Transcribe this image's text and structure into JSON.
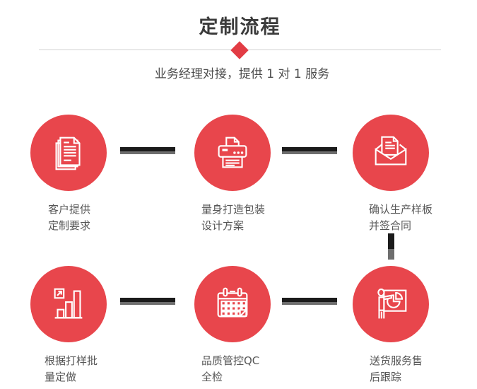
{
  "header": {
    "title": "定制流程",
    "subtitle": "业务经理对接，提供 1 对 1 服务"
  },
  "steps": [
    {
      "icon": "documents-icon",
      "lines": [
        "客户提供",
        "定制要求"
      ]
    },
    {
      "icon": "printer-icon",
      "lines": [
        "量身打造包装",
        "设计方案"
      ]
    },
    {
      "icon": "open-envelope-icon",
      "lines": [
        "确认生产样板",
        "并签合同"
      ]
    },
    {
      "icon": "bar-chart-growth-icon",
      "lines": [
        "根据打样批",
        "量定做"
      ]
    },
    {
      "icon": "calendar-icon",
      "lines": [
        "品质管控QC",
        "全检"
      ]
    },
    {
      "icon": "presentation-pie-icon",
      "lines": [
        "送货服务售",
        "后跟踪"
      ]
    }
  ],
  "colors": {
    "accent_red": "#e8464c",
    "diamond_red": "#e23c44",
    "connector_dark": "#1b1b1b",
    "connector_gray": "#6e6e6e",
    "divider_gray": "#d2d2d2",
    "title_text": "#3b3b3b",
    "subtitle_text": "#4c4c4c",
    "label_text": "#565656"
  }
}
